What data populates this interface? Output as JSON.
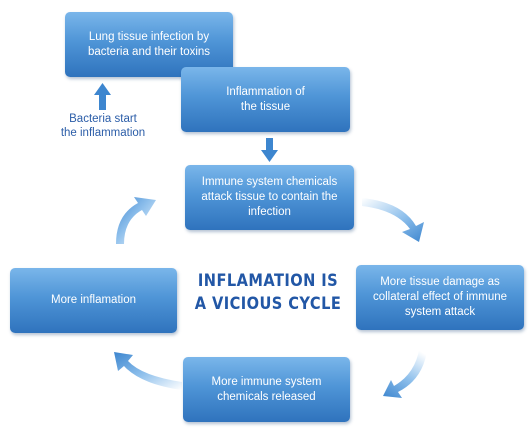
{
  "boxes": {
    "infection": "Lung tissue infection by\nbacteria and their toxins",
    "inflammation_tissue": "Inflammation of\nthe tissue",
    "immune_attack": "Immune system chemicals\nattack tissue to contain the\ninfection",
    "tissue_damage": "More tissue damage as\ncollateral effect of immune\nsystem attack",
    "immune_released": "More immune system\nchemicals released",
    "more_inflammation": "More inflamation"
  },
  "note": "Bacteria start\nthe inflammation",
  "title": "INFLAMATION IS\nA VICIOUS CYCLE",
  "colors": {
    "box_top": "#7ab6ea",
    "box_bottom": "#2f73bd",
    "arrow": "#3d86cf",
    "title": "#2257a6"
  }
}
